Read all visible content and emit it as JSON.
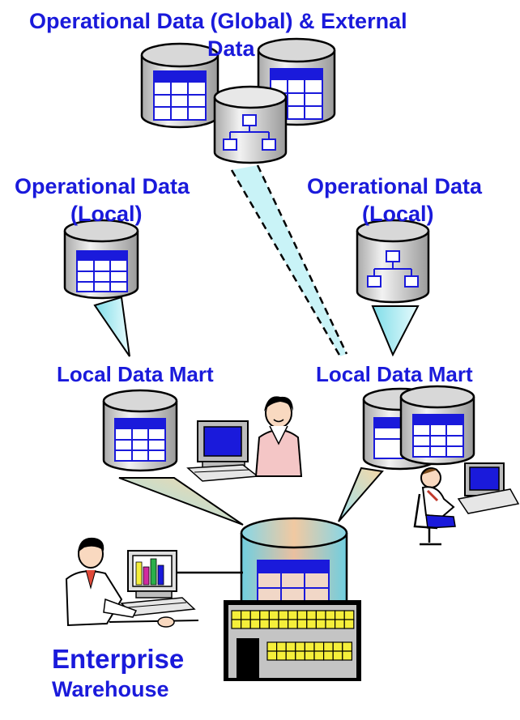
{
  "labels": {
    "global_line1": "Operational Data (Global) & External",
    "global_line2": "Data",
    "local_left_line1": "Operational Data",
    "local_left_line2": "(Local)",
    "local_right_line1": "Operational Data",
    "local_right_line2": "(Local)",
    "mart_left": "Local Data Mart",
    "mart_right": "Local Data Mart",
    "enterprise_line1": "Enterprise",
    "enterprise_line2": "Warehouse"
  },
  "colors": {
    "label_text": "#1a1adb",
    "cylinder_body": "#c8c8c8",
    "table_header": "#1a1adb",
    "table_grid": "#1a1adb",
    "beam_fill": "#bff0f5",
    "beam_warm": "#f5d8a8",
    "warehouse_top": "#9bdbe6",
    "building_window": "#f5ef3a"
  },
  "icons": [
    "database-table-icon",
    "database-hierarchy-icon",
    "computer-terminal-icon",
    "person-at-computer-icon",
    "warehouse-building-icon"
  ]
}
